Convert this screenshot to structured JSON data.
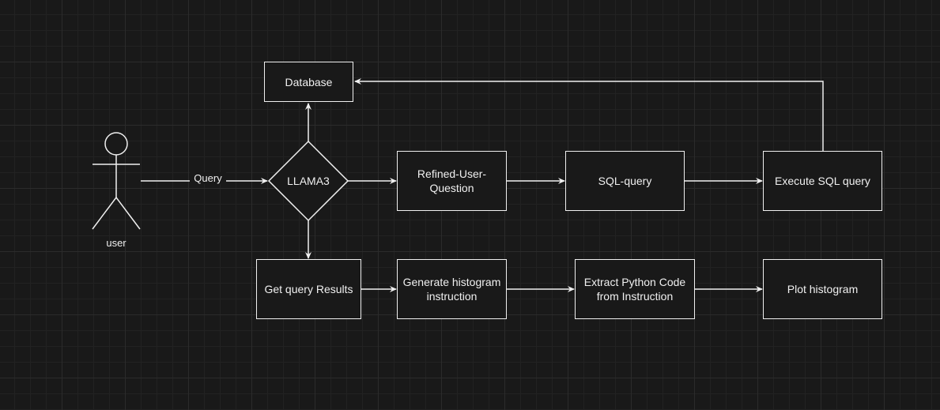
{
  "theme": {
    "background": "#191919",
    "stroke": "#f0f0f0",
    "text": "#f0f0f0"
  },
  "actor": {
    "label": "user",
    "icon": "stick-figure-icon"
  },
  "edge_labels": {
    "query": "Query"
  },
  "nodes": {
    "database": "Database",
    "llama3": "LLAMA3",
    "refined_question": "Refined-User-Question",
    "sql_query": "SQL-query",
    "execute_sql": "Execute SQL query",
    "get_results": "Get query Results",
    "generate_histogram": "Generate histogram instruction",
    "extract_code": "Extract Python Code from Instruction",
    "plot_histogram": "Plot histogram"
  }
}
